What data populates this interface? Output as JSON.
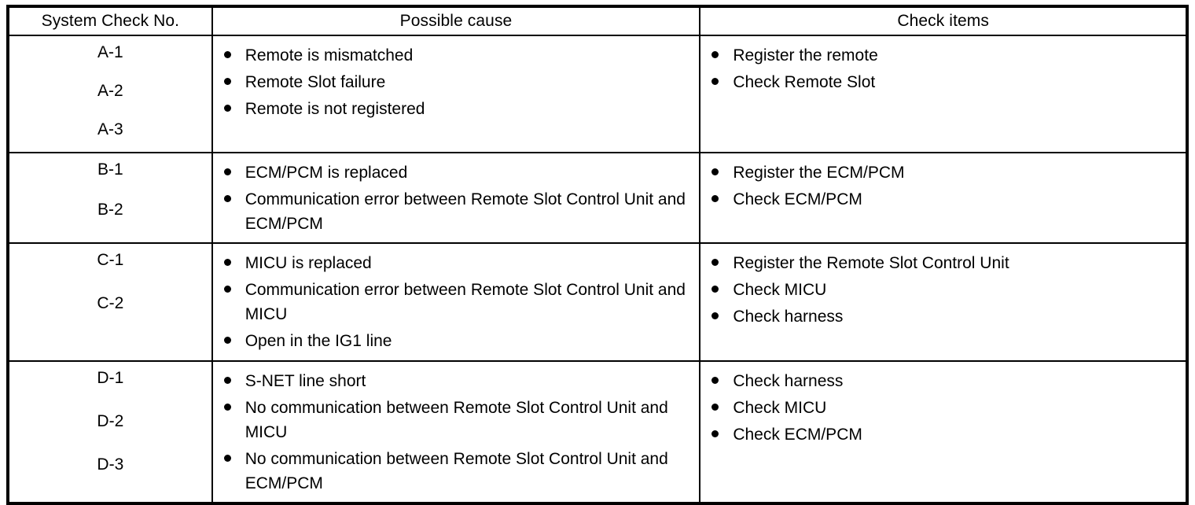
{
  "table": {
    "headers": {
      "system_check_no": "System Check No.",
      "possible_cause": "Possible cause",
      "check_items": "Check items"
    },
    "rows": [
      {
        "id": "row-a",
        "codes": [
          "A-1",
          "A-2",
          "A-3"
        ],
        "possible_cause": [
          "Remote is mismatched",
          "Remote Slot failure",
          "Remote is not registered"
        ],
        "check_items": [
          "Register the remote",
          "Check Remote Slot"
        ]
      },
      {
        "id": "row-b",
        "codes": [
          "B-1",
          "B-2"
        ],
        "possible_cause": [
          "ECM/PCM is replaced",
          "Communication error between Remote Slot Control Unit and ECM/PCM"
        ],
        "check_items": [
          "Register the ECM/PCM",
          "Check ECM/PCM"
        ]
      },
      {
        "id": "row-c",
        "codes": [
          "C-1",
          "C-2"
        ],
        "possible_cause": [
          "MICU is replaced",
          "Communication error between Remote Slot Control Unit and MICU",
          "Open in the IG1 line"
        ],
        "check_items": [
          "Register the Remote Slot Control Unit",
          "Check MICU",
          "Check harness"
        ]
      },
      {
        "id": "row-d",
        "codes": [
          "D-1",
          "D-2",
          "D-3"
        ],
        "possible_cause": [
          "S-NET line short",
          "No communication between Remote Slot Control Unit and MICU",
          "No communication between Remote Slot Control Unit and ECM/PCM"
        ],
        "check_items": [
          "Check harness",
          "Check MICU",
          "Check ECM/PCM"
        ]
      }
    ]
  },
  "style": {
    "text_color": "#000000",
    "background_color": "#ffffff",
    "border_color": "#000000",
    "bullet_glyph": "filled-circle"
  }
}
